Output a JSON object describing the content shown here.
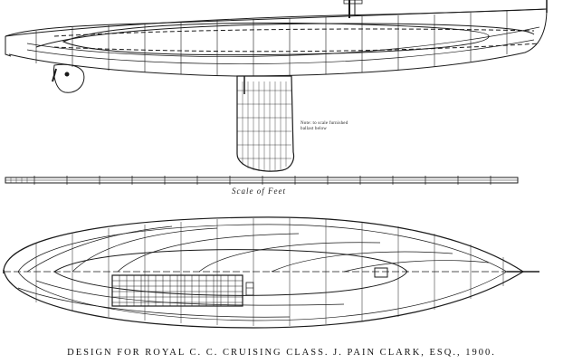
{
  "caption": "DESIGN FOR ROYAL C. C. CRUISING CLASS. J. PAIN CLARK, ESQ., 1900.",
  "scale_label": "Scale of Feet",
  "keel_note": "Note: to scale furnished ballast below",
  "colors": {
    "ink": "#1a1a1a",
    "paper": "#ffffff"
  }
}
